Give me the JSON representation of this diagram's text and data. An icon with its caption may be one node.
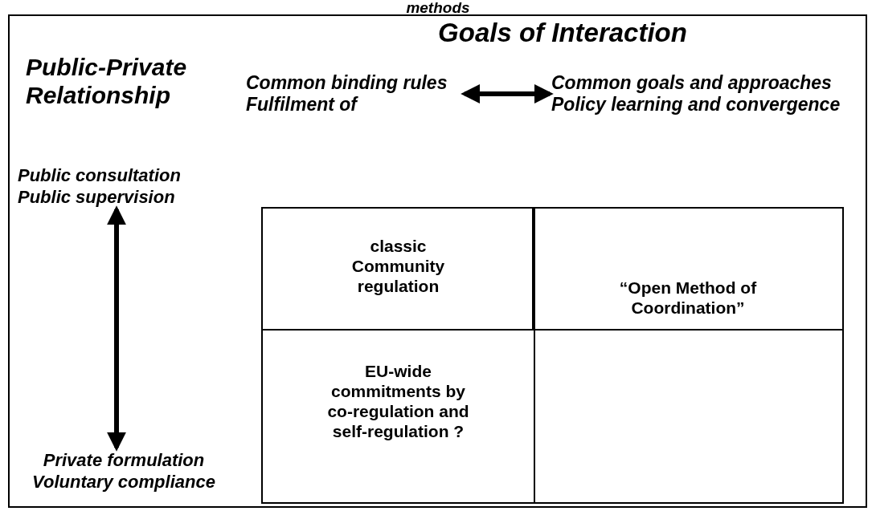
{
  "diagram": {
    "nodes": [
      {
        "text": [
          "Common binding rules Fulfilment of"
        ]
      },
      {
        "text": [
          "Common goals and approaches Policy learning and convergence"
        ]
      },
      {
        "text": [
          "Public consultation Public supervision"
        ]
      },
      {
        "text": [
          "Private formulation Voluntary compliance"
        ]
      },
      {
        "text": [
          "classic Community regulation"
        ]
      },
      {
        "text": [
          "“Open Method of Coordination”"
        ]
      },
      {
        "text": [
          "EU-wide commitments by co-regulation and self-regulation ?"
        ]
      },
      {
        "text": [],
        "shape": "box"
      }
    ],
    "edges": [
      {
        "from": 0,
        "to": 1,
        "arrow": "both"
      },
      {
        "from": 2,
        "to": 3,
        "arrow": "both"
      }
    ],
    "labels": [
      "methods",
      "Goals of Interaction",
      "Public-Private Relationship"
    ]
  }
}
